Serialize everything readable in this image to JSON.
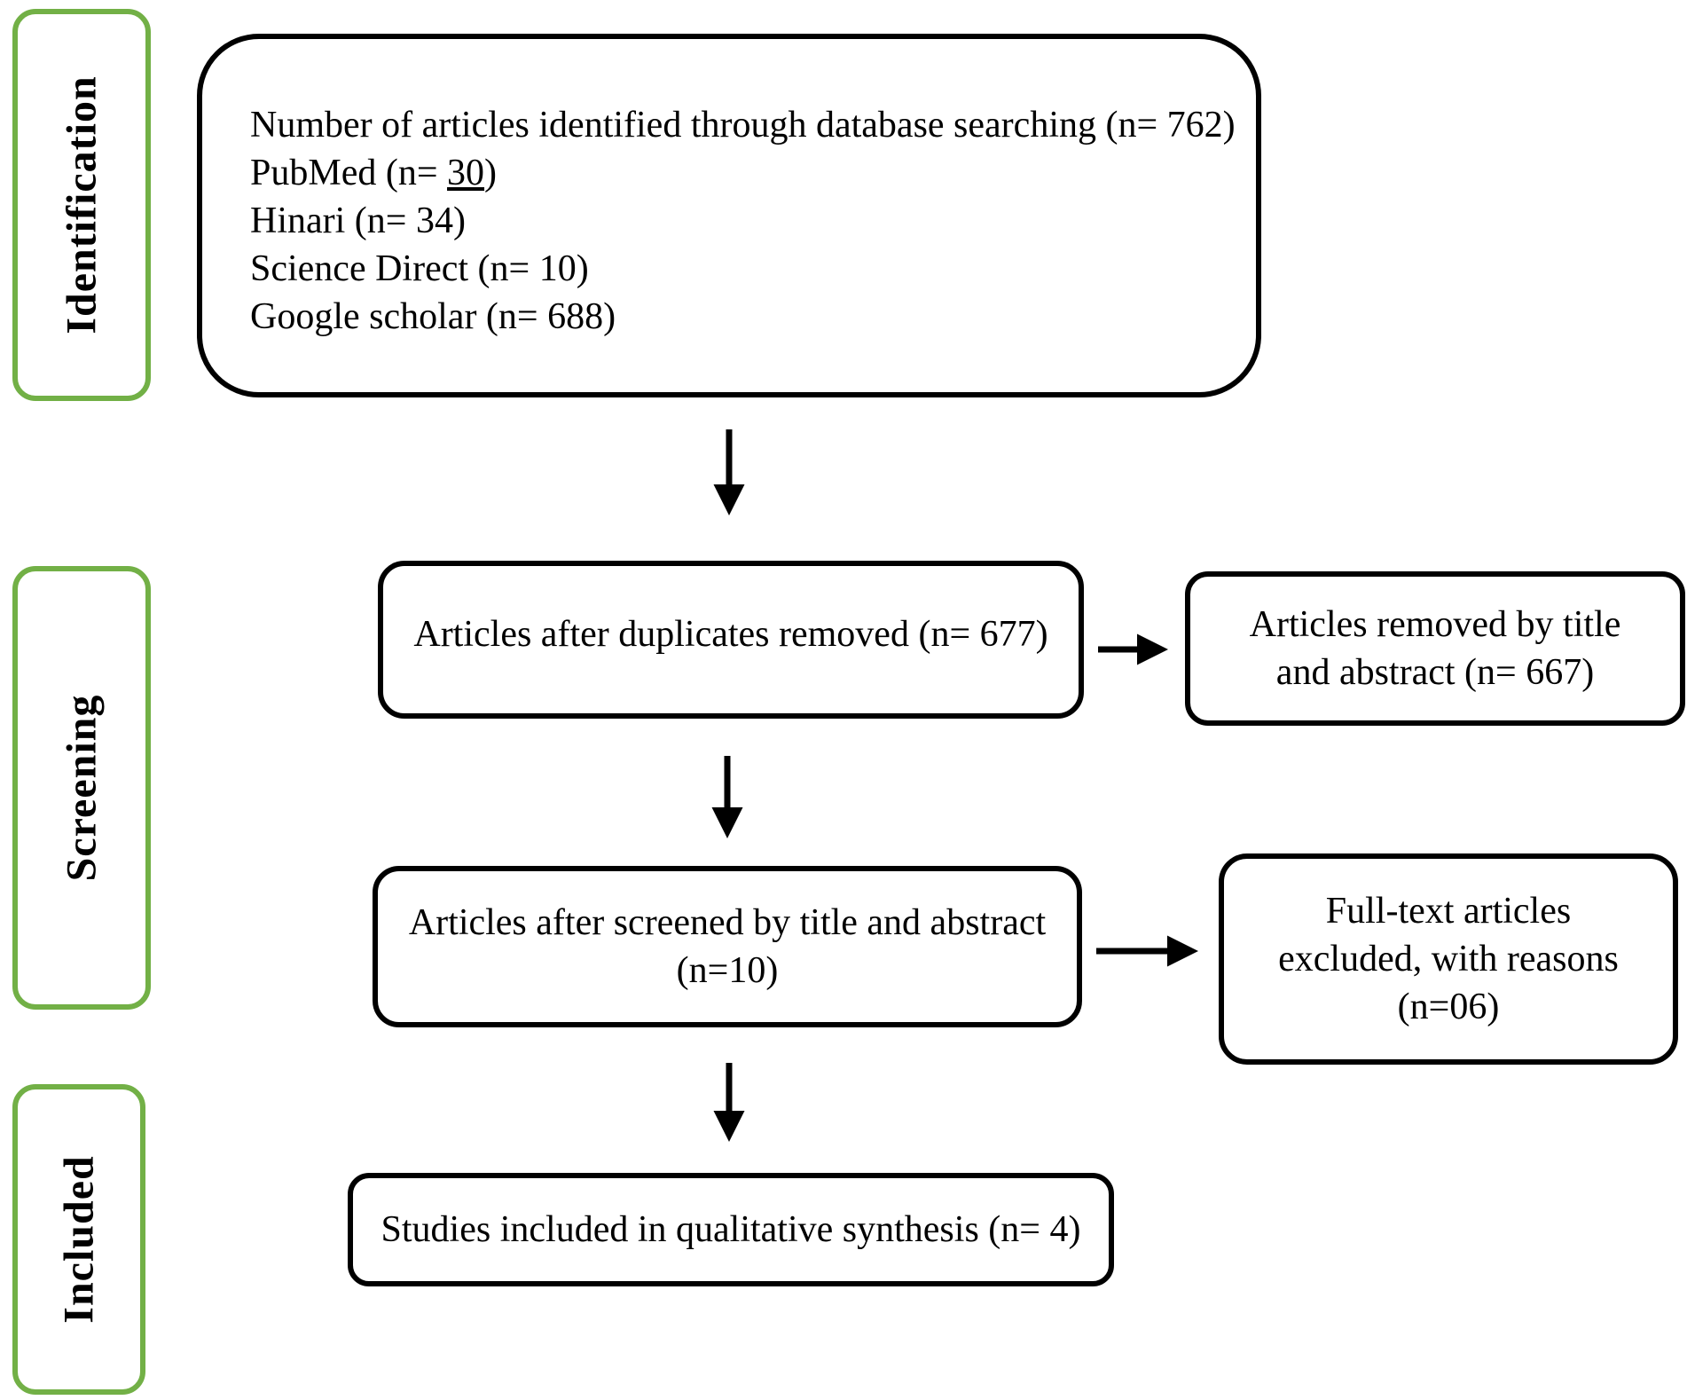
{
  "stages": {
    "identification": "Identification",
    "screening": "Screening",
    "included": "Included"
  },
  "identification_box": {
    "title": "Number of articles identified through database searching (n= 762)",
    "pubmed_prefix": "PubMed (n= ",
    "pubmed_count": "30",
    "pubmed_suffix": ")",
    "hinari": "Hinari (n= 34)",
    "science_direct": "Science Direct (n= 10)",
    "google_scholar": "Google scholar (n= 688)"
  },
  "duplicates_box": {
    "text": "Articles after duplicates removed (n= 677)"
  },
  "removed_box": {
    "line1": "Articles removed by title",
    "line2": "and abstract (n= 667)"
  },
  "screened_box": {
    "line1": "Articles after screened by title and abstract",
    "line2": "(n=10)"
  },
  "fulltext_box": {
    "line1": "Full-text articles",
    "line2": "excluded, with reasons",
    "line3": "(n=06)"
  },
  "included_box": {
    "text": "Studies included in qualitative synthesis (n= 4)"
  },
  "colors": {
    "stage_border": "#72b046",
    "box_border": "#000000"
  }
}
